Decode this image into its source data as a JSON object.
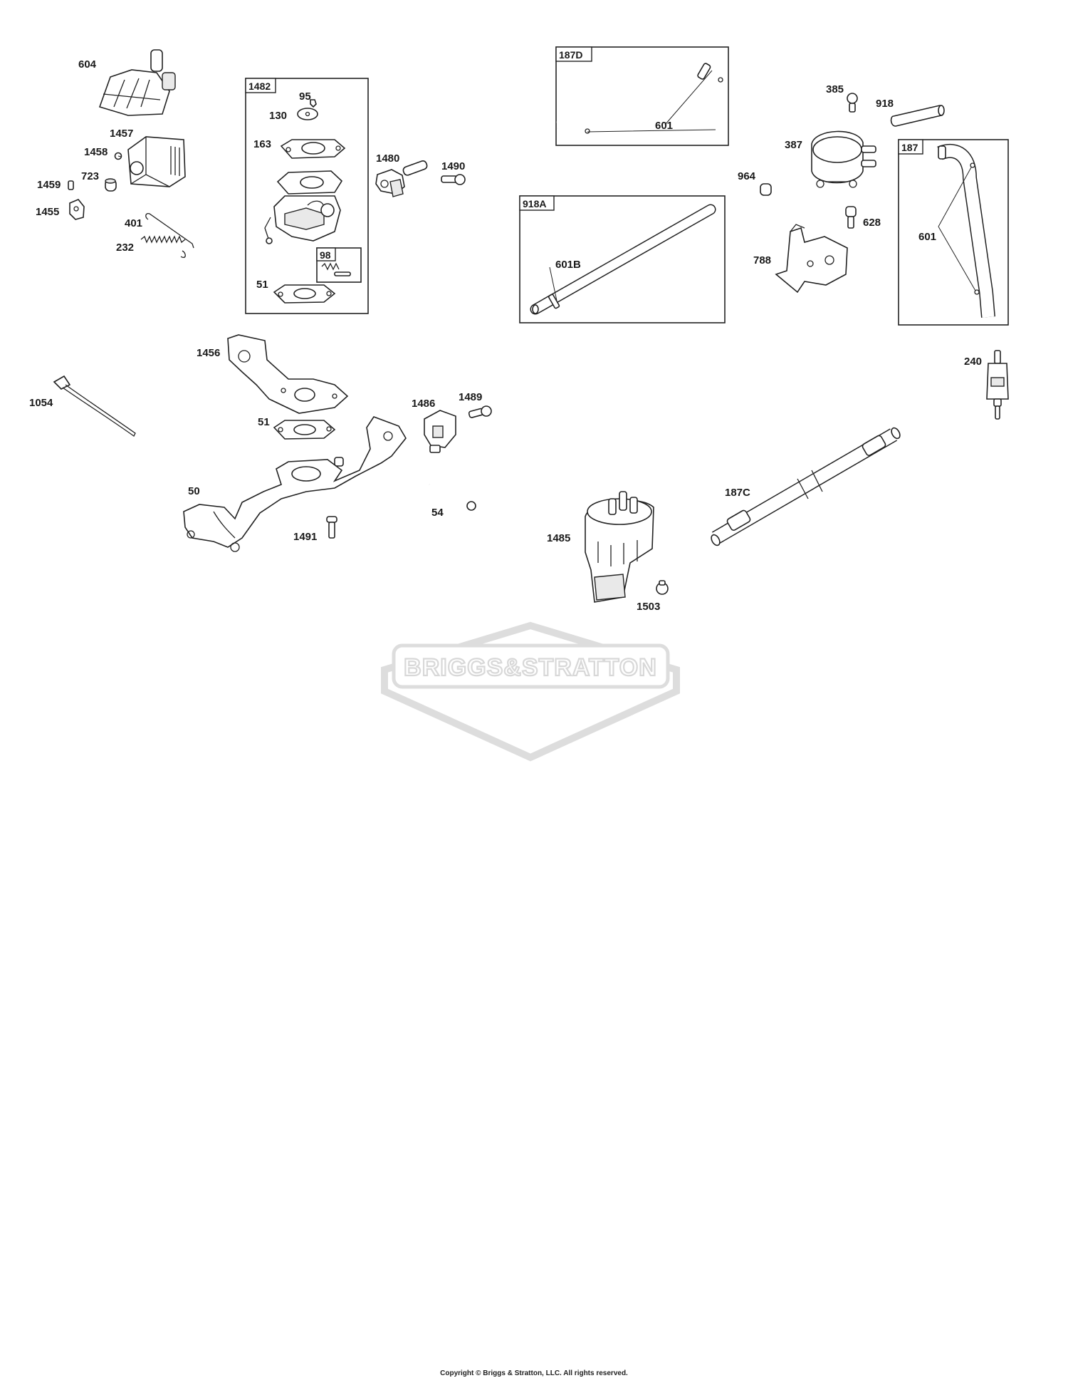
{
  "labels": {
    "l604": "604",
    "l1482": "1482",
    "l95": "95",
    "l130": "130",
    "l163": "163",
    "l1457": "1457",
    "l1458": "1458",
    "l723": "723",
    "l1459": "1459",
    "l1455": "1455",
    "l401": "401",
    "l232": "232",
    "l98": "98",
    "l51a": "51",
    "l1480": "1480",
    "l1490": "1490",
    "l187D": "187D",
    "l601a": "601",
    "l918A": "918A",
    "l601B": "601B",
    "l385": "385",
    "l918": "918",
    "l387": "387",
    "l964": "964",
    "l628": "628",
    "l788": "788",
    "l187": "187",
    "l601b": "601",
    "l240": "240",
    "l1456": "1456",
    "l1054": "1054",
    "l51b": "51",
    "l1486": "1486",
    "l1489": "1489",
    "l50": "50",
    "l54": "54",
    "l1491": "1491",
    "l187C": "187C",
    "l1485": "1485",
    "l1503": "1503"
  },
  "watermark": "BRIGGS&STRATTON",
  "copyright": "Copyright © Briggs & Stratton, LLC. All rights reserved."
}
